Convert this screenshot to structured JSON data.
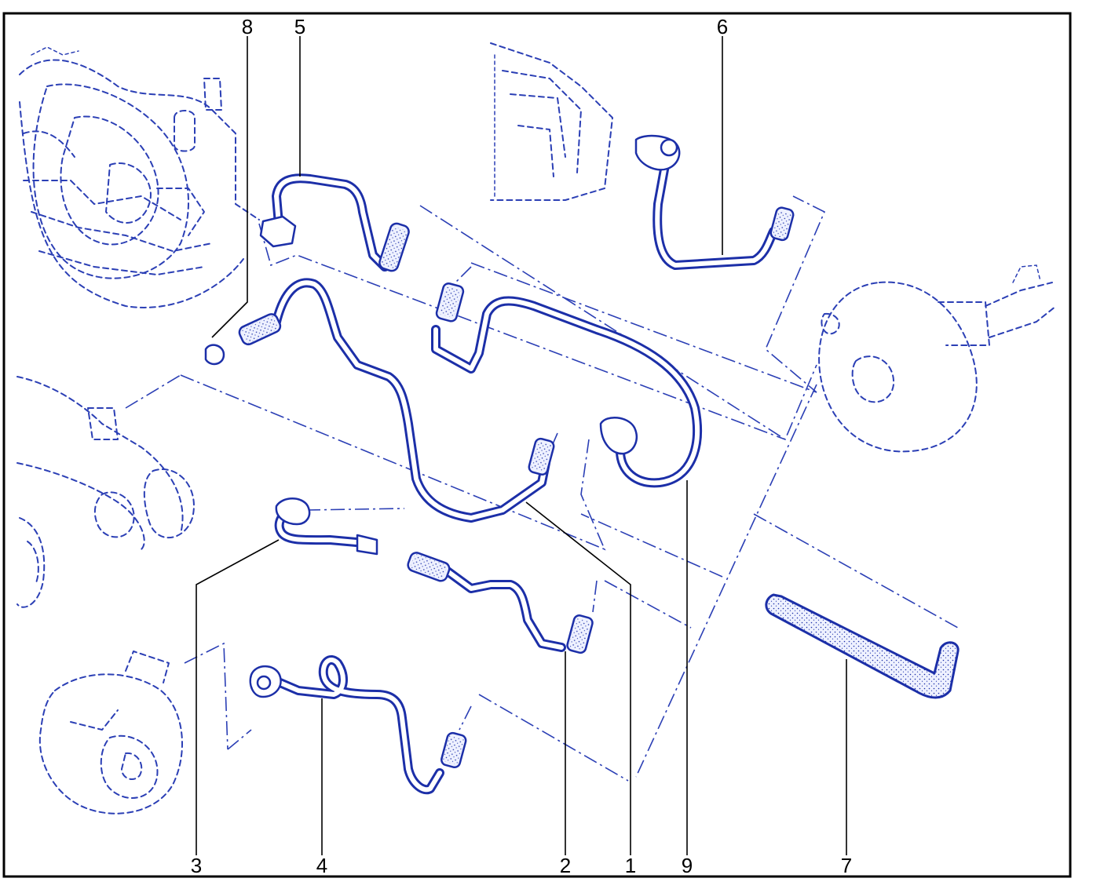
{
  "callouts": [
    {
      "id": "1",
      "label": "1"
    },
    {
      "id": "2",
      "label": "2"
    },
    {
      "id": "3",
      "label": "3"
    },
    {
      "id": "4",
      "label": "4"
    },
    {
      "id": "5",
      "label": "5"
    },
    {
      "id": "6",
      "label": "6"
    },
    {
      "id": "7",
      "label": "7"
    },
    {
      "id": "8",
      "label": "8"
    },
    {
      "id": "9",
      "label": "9"
    }
  ],
  "colors": {
    "line": "#1c2fa8",
    "ghost": "#2b3fb5",
    "frame": "#000000",
    "background": "#ffffff"
  }
}
